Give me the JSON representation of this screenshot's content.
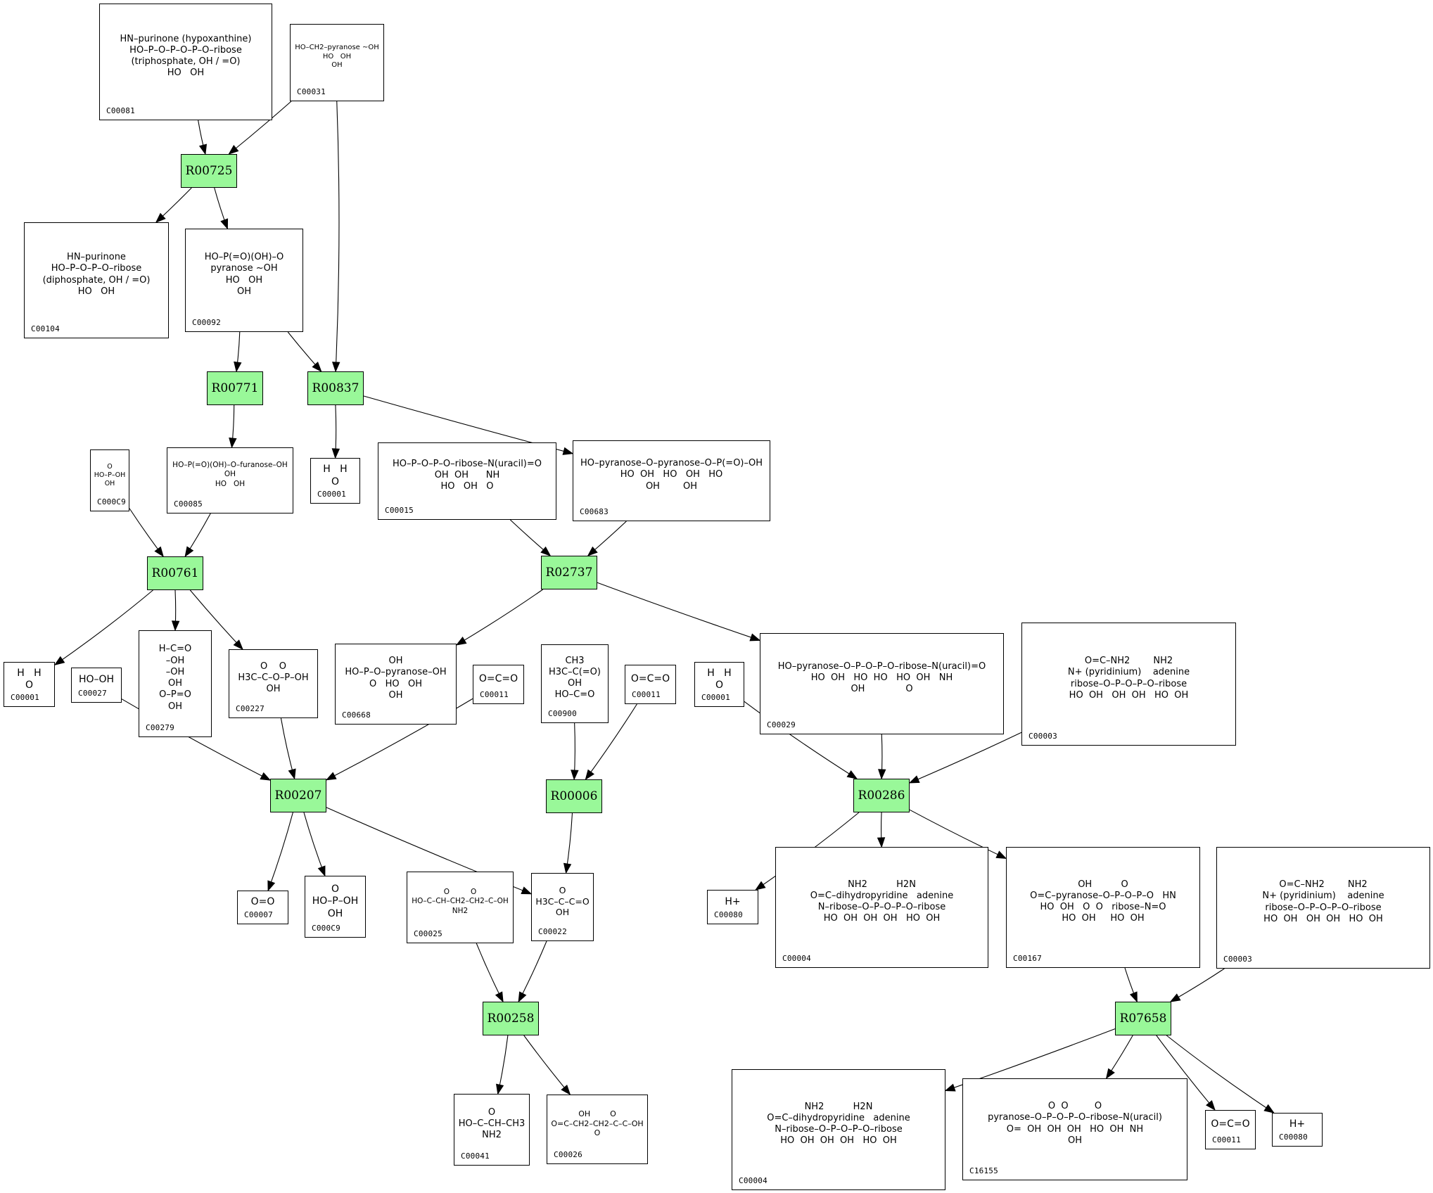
{
  "diagram": {
    "type": "metabolic-reaction-graph",
    "colors": {
      "reaction_fill": "#99f899",
      "border": "#000000",
      "background": "#ffffff",
      "edge": "#000000"
    },
    "reactions": {
      "R00725": {
        "label": "R00725"
      },
      "R00771": {
        "label": "R00771"
      },
      "R00837": {
        "label": "R00837"
      },
      "R00761": {
        "label": "R00761"
      },
      "R02737": {
        "label": "R02737"
      },
      "R00207": {
        "label": "R00207"
      },
      "R00006": {
        "label": "R00006"
      },
      "R00286": {
        "label": "R00286"
      },
      "R00258": {
        "label": "R00258"
      },
      "R07658": {
        "label": "R07658"
      }
    },
    "compounds": {
      "c00081": {
        "id_label": "C00081",
        "structure": [
          "HN–purinone (hypoxanthine)",
          "HO–P–O–P–O–P–O–ribose",
          "(triphosphate, OH / =O)",
          "HO   OH"
        ]
      },
      "c00031": {
        "id_label": "C00031",
        "structure": [
          "HO–CH2–pyranose ~OH",
          "HO   OH",
          "OH"
        ]
      },
      "c00104": {
        "id_label": "C00104",
        "structure": [
          "HN–purinone",
          "HO–P–O–P–O–ribose",
          "(diphosphate, OH / =O)",
          "HO   OH"
        ]
      },
      "c00092": {
        "id_label": "C00092",
        "structure": [
          "HO–P(=O)(OH)–O",
          "pyranose ~OH",
          "HO   OH",
          "OH"
        ]
      },
      "c00009_a": {
        "id_label": "C000C9",
        "structure": [
          "O",
          "HO–P–OH",
          "OH"
        ]
      },
      "c00085": {
        "id_label": "C00085",
        "structure": [
          "HO–P(=O)(OH)–O–furanose–OH",
          "OH",
          "HO   OH"
        ]
      },
      "c00001_a": {
        "id_label": "C00001",
        "structure": [
          "H   H",
          "O"
        ]
      },
      "c00015": {
        "id_label": "C00015",
        "structure": [
          "HO–P–O–P–O–ribose–N(uracil)=O",
          "OH  OH      NH",
          "HO   OH   O"
        ]
      },
      "c00683": {
        "id_label": "C00683",
        "structure": [
          "HO–pyranose–O–pyranose–O–P(=O)–OH",
          "HO  OH   HO   OH   HO",
          "OH        OH"
        ]
      },
      "c00001_b": {
        "id_label": "C00001",
        "structure": [
          "H   H",
          "O"
        ]
      },
      "c00027": {
        "id_label": "C00027",
        "structure": [
          "HO–OH"
        ]
      },
      "c00279": {
        "id_label": "C00279",
        "structure": [
          "H–C=O",
          "–OH",
          "–OH",
          "OH",
          "O–P=O",
          "OH"
        ]
      },
      "c00227": {
        "id_label": "C00227",
        "structure": [
          "O    O",
          "H3C–C–O–P–OH",
          "OH"
        ]
      },
      "c00668": {
        "id_label": "C00668",
        "structure": [
          "OH",
          "HO–P–O–pyranose–OH",
          "O   HO   OH",
          "OH"
        ]
      },
      "c00011_a": {
        "id_label": "C00011",
        "structure": [
          "O=C=O"
        ]
      },
      "c00900": {
        "id_label": "C00900",
        "structure": [
          "CH3",
          "H3C–C(=O)",
          "OH",
          "HO–C=O"
        ]
      },
      "c00011_b": {
        "id_label": "C00011",
        "structure": [
          "O=C=O"
        ]
      },
      "c00001_c": {
        "id_label": "C00001",
        "structure": [
          "H   H",
          "O"
        ]
      },
      "c00029": {
        "id_label": "C00029",
        "structure": [
          "HO–pyranose–O–P–O–P–O–ribose–N(uracil)=O",
          "HO  OH   HO  HO   HO  OH   NH",
          "OH              O"
        ]
      },
      "c00003_a": {
        "id_label": "C00003",
        "structure": [
          "O=C–NH2        NH2",
          "N+ (pyridinium)    adenine",
          "ribose–O–P–O–P–O–ribose",
          "HO  OH   OH  OH   HO  OH"
        ]
      },
      "c00007": {
        "id_label": "C00007",
        "structure": [
          "O=O"
        ]
      },
      "c00009_b": {
        "id_label": "C000C9",
        "structure": [
          "O",
          "HO–P–OH",
          "OH"
        ]
      },
      "c00025": {
        "id_label": "C00025",
        "structure": [
          "O         O",
          "HO–C–CH–CH2–CH2–C–OH",
          "NH2"
        ]
      },
      "c00022": {
        "id_label": "C00022",
        "structure": [
          "O",
          "H3C–C–C=O",
          "OH"
        ]
      },
      "c00080_a": {
        "id_label": "C00080",
        "structure": [
          "H+"
        ]
      },
      "c00004_a": {
        "id_label": "C00004",
        "structure": [
          "NH2          H2N",
          "O=C–dihydropyridine   adenine",
          "N–ribose–O–P–O–P–O–ribose",
          "HO  OH  OH  OH   HO  OH"
        ]
      },
      "c00167": {
        "id_label": "C00167",
        "structure": [
          "OH          O",
          "O=C–pyranose–O–P–O–P–O   HN",
          "HO  OH   O  O   ribose–N=O",
          "HO  OH     HO  OH"
        ]
      },
      "c00003_b": {
        "id_label": "C00003",
        "structure": [
          "O=C–NH2        NH2",
          "N+ (pyridinium)    adenine",
          "ribose–O–P–O–P–O–ribose",
          "HO  OH   OH  OH   HO  OH"
        ]
      },
      "c00041": {
        "id_label": "C00041",
        "structure": [
          "O",
          "HO–C–CH–CH3",
          "NH2"
        ]
      },
      "c00026": {
        "id_label": "C00026",
        "structure": [
          "OH        O",
          "O=C–CH2–CH2–C–C–OH",
          "O"
        ]
      },
      "c00004_b": {
        "id_label": "C00004",
        "structure": [
          "NH2          H2N",
          "O=C–dihydropyridine   adenine",
          "N–ribose–O–P–O–P–O–ribose",
          "HO  OH  OH  OH   HO  OH"
        ]
      },
      "c16155": {
        "id_label": "C16155",
        "structure": [
          "O  O         O",
          "pyranose–O–P–O–P–O–ribose–N(uracil)",
          "O=  OH  OH  OH   HO  OH  NH",
          "OH"
        ]
      },
      "c00011_c": {
        "id_label": "C00011",
        "structure": [
          "O=C=O"
        ]
      },
      "c00080_b": {
        "id_label": "C00080",
        "structure": [
          "H+"
        ]
      }
    },
    "edges": [
      {
        "from": "c00081",
        "to": "R00725"
      },
      {
        "from": "c00031",
        "to": "R00725"
      },
      {
        "from": "R00725",
        "to": "c00104"
      },
      {
        "from": "R00725",
        "to": "c00092"
      },
      {
        "from": "c00031",
        "to": "R00837"
      },
      {
        "from": "c00092",
        "to": "R00771"
      },
      {
        "from": "c00092",
        "to": "R00837"
      },
      {
        "from": "R00771",
        "to": "c00085"
      },
      {
        "from": "R00837",
        "to": "c00001_a"
      },
      {
        "from": "R00837",
        "to": "c00683"
      },
      {
        "from": "c00009_a",
        "to": "R00761"
      },
      {
        "from": "c00085",
        "to": "R00761"
      },
      {
        "from": "c00015",
        "to": "R02737"
      },
      {
        "from": "c00683",
        "to": "R02737"
      },
      {
        "from": "R00761",
        "to": "c00001_b"
      },
      {
        "from": "R00761",
        "to": "c00279"
      },
      {
        "from": "R00761",
        "to": "c00227"
      },
      {
        "from": "R02737",
        "to": "c00668"
      },
      {
        "from": "R02737",
        "to": "c00029"
      },
      {
        "from": "c00027",
        "to": "R00207"
      },
      {
        "from": "c00227",
        "to": "R00207"
      },
      {
        "from": "c00011_a",
        "to": "R00207"
      },
      {
        "from": "c00900",
        "to": "R00006"
      },
      {
        "from": "c00011_b",
        "to": "R00006"
      },
      {
        "from": "c00001_c",
        "to": "R00286"
      },
      {
        "from": "c00029",
        "to": "R00286"
      },
      {
        "from": "c00003_a",
        "to": "R00286"
      },
      {
        "from": "R00207",
        "to": "c00007"
      },
      {
        "from": "R00207",
        "to": "c00009_b"
      },
      {
        "from": "R00207",
        "to": "c00022"
      },
      {
        "from": "R00006",
        "to": "c00022"
      },
      {
        "from": "R00286",
        "to": "c00080_a"
      },
      {
        "from": "R00286",
        "to": "c00004_a"
      },
      {
        "from": "R00286",
        "to": "c00167"
      },
      {
        "from": "c00025",
        "to": "R00258"
      },
      {
        "from": "c00022",
        "to": "R00258"
      },
      {
        "from": "c00167",
        "to": "R07658"
      },
      {
        "from": "c00003_b",
        "to": "R07658"
      },
      {
        "from": "R00258",
        "to": "c00041"
      },
      {
        "from": "R00258",
        "to": "c00026"
      },
      {
        "from": "R07658",
        "to": "c00004_b"
      },
      {
        "from": "R07658",
        "to": "c16155"
      },
      {
        "from": "R07658",
        "to": "c00011_c"
      },
      {
        "from": "R07658",
        "to": "c00080_b"
      }
    ]
  }
}
